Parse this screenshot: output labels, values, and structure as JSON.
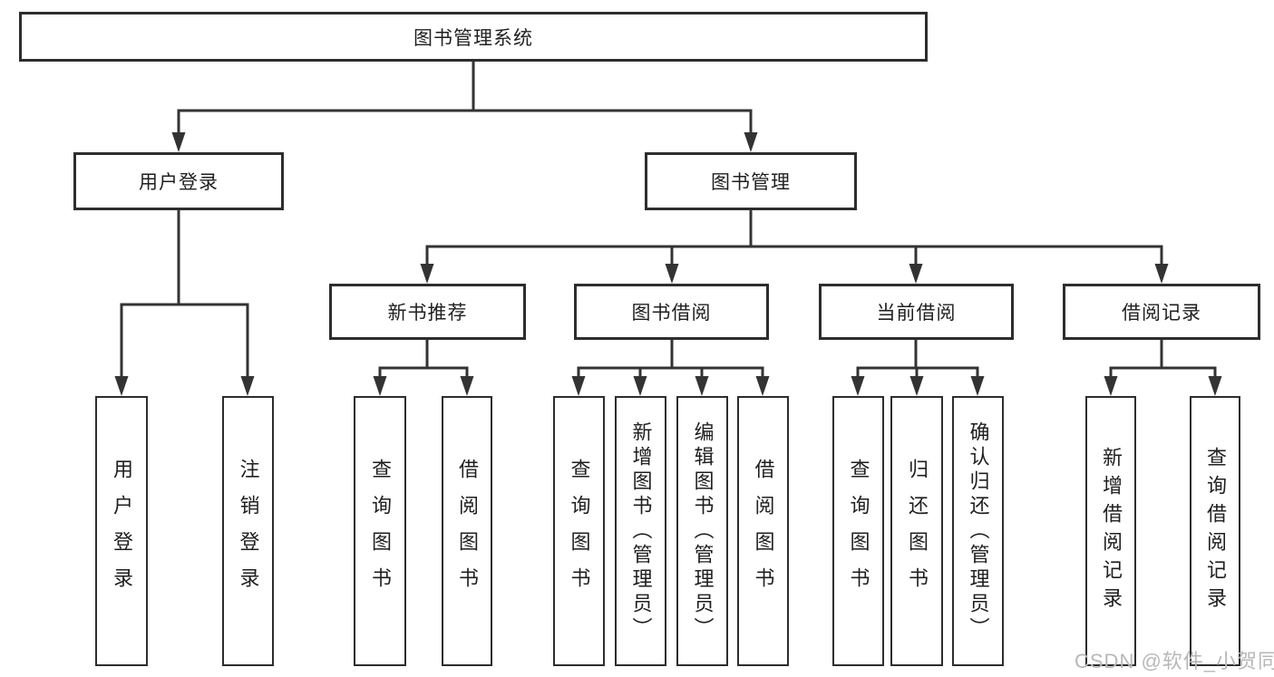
{
  "diagram": {
    "root": {
      "label": "图书管理系统"
    },
    "level2": {
      "user_login": {
        "label": "用户登录"
      },
      "book_management": {
        "label": "图书管理"
      }
    },
    "level3": {
      "new_book_recommend": {
        "label": "新书推荐"
      },
      "book_borrowing": {
        "label": "图书借阅"
      },
      "current_borrowing": {
        "label": "当前借阅"
      },
      "borrowing_records": {
        "label": "借阅记录"
      }
    },
    "leaves": {
      "user_login": [
        "用户登录",
        "注销登录"
      ],
      "new_book_recommend": [
        "查询图书",
        "借阅图书"
      ],
      "book_borrowing": [
        "查询图书",
        "新增图书（管理员）",
        "编辑图书（管理员）",
        "借阅图书"
      ],
      "current_borrowing": [
        "查询图书",
        "归还图书",
        "确认归还（管理员）"
      ],
      "borrowing_records": [
        "新增借阅记录",
        "查询借阅记录"
      ]
    },
    "watermark": "CSDN @软件_小贺同学",
    "colors": {
      "line": "#333333",
      "box_border": "#2d2d2d",
      "text": "#1f1f1f",
      "watermark": "#b8b8b8",
      "background": "#ffffff"
    }
  }
}
